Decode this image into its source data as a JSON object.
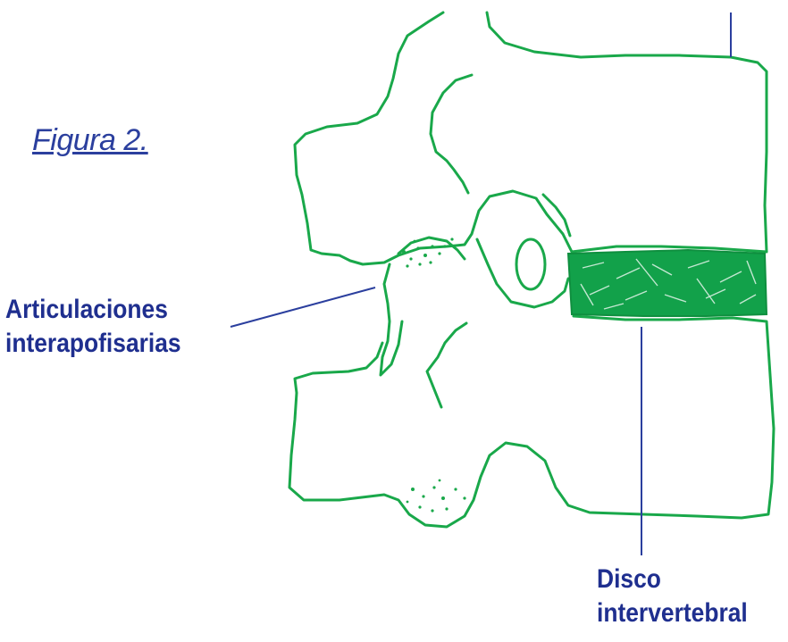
{
  "figure": {
    "caption": "Figura 2."
  },
  "labels": {
    "articulaciones": {
      "line1": "Articulaciones",
      "line2": "interapofisarias"
    },
    "disco": {
      "line1": "Disco",
      "line2": "intervertebral"
    }
  },
  "colors": {
    "outline": "#19a84a",
    "disc_fill": "#12a14a",
    "label_text": "#1f2f8f",
    "leader_line": "#2b3f9e",
    "caption": "#2b3f9e"
  }
}
